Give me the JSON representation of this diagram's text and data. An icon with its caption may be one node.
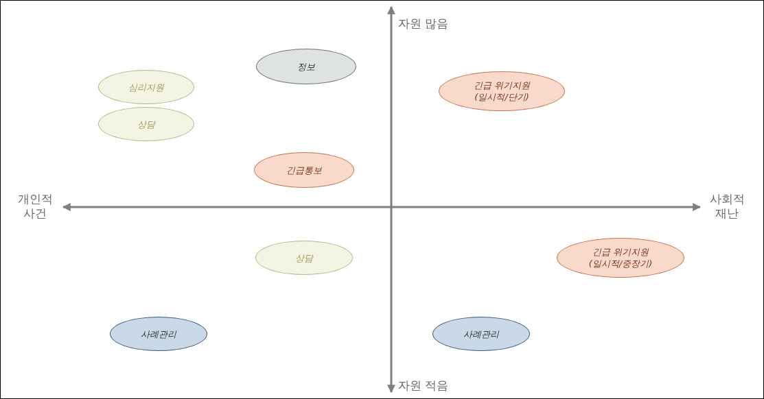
{
  "diagram": {
    "nodes": [
      {
        "text": [
          "정보"
        ]
      },
      {
        "text": [
          "심리지원"
        ]
      },
      {
        "text": [
          "긴급 위기지원 (일시적/단기)"
        ]
      },
      {
        "text": [
          "상담"
        ]
      },
      {
        "text": [
          "긴급통보"
        ]
      },
      {
        "text": [
          "상담"
        ]
      },
      {
        "text": [
          "긴급 위기지원 (일시적/중장기)"
        ]
      },
      {
        "text": [
          "사례관리"
        ]
      },
      {
        "text": [
          "사례관리"
        ]
      }
    ],
    "labels": [
      "자원 많음",
      "개인적 사건",
      "사회적 재난",
      "자원 적음"
    ]
  }
}
